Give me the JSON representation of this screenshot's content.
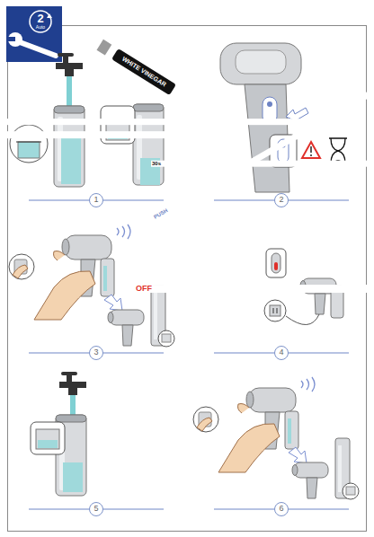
{
  "diagram": {
    "nodes": [
      {
        "text": [
          "2",
          "Auto"
        ]
      },
      {
        "text": [
          "WHITE VINEGAR"
        ]
      },
      {
        "text": [
          "1"
        ]
      },
      {
        "text": [
          "2"
        ]
      },
      {
        "text": [
          "3"
        ]
      },
      {
        "text": [
          "4"
        ]
      },
      {
        "text": [
          "5"
        ]
      },
      {
        "text": [
          "6"
        ]
      }
    ],
    "labels": [
      "2/3",
      "1/3",
      "PUSH",
      "30s",
      "OFF"
    ]
  }
}
